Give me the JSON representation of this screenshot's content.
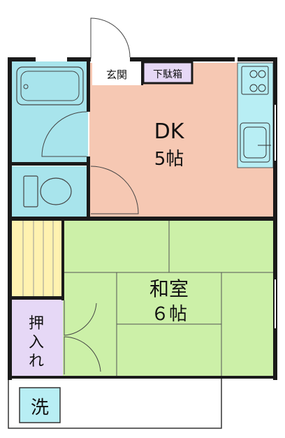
{
  "rooms": {
    "genkan": {
      "label": "玄関"
    },
    "getabako": {
      "label": "下駄箱"
    },
    "dk": {
      "label": "DK",
      "size": "5帖"
    },
    "washitsu": {
      "label": "和室",
      "size": "６帖"
    },
    "oshiire": {
      "label_line1": "押",
      "label_line2": "入",
      "label_line3": "れ"
    },
    "sentaku": {
      "label": "洗"
    }
  },
  "colors": {
    "wall": "#1a1a1a",
    "dk_floor": "#f6c8b3",
    "wet_area": "#a8e4ec",
    "tatami": "#ccf0a8",
    "closet": "#e6d8f6",
    "stairs": "#fff2b0",
    "kitchen": "#b8eef4",
    "getabako": "#e6d8f6"
  }
}
